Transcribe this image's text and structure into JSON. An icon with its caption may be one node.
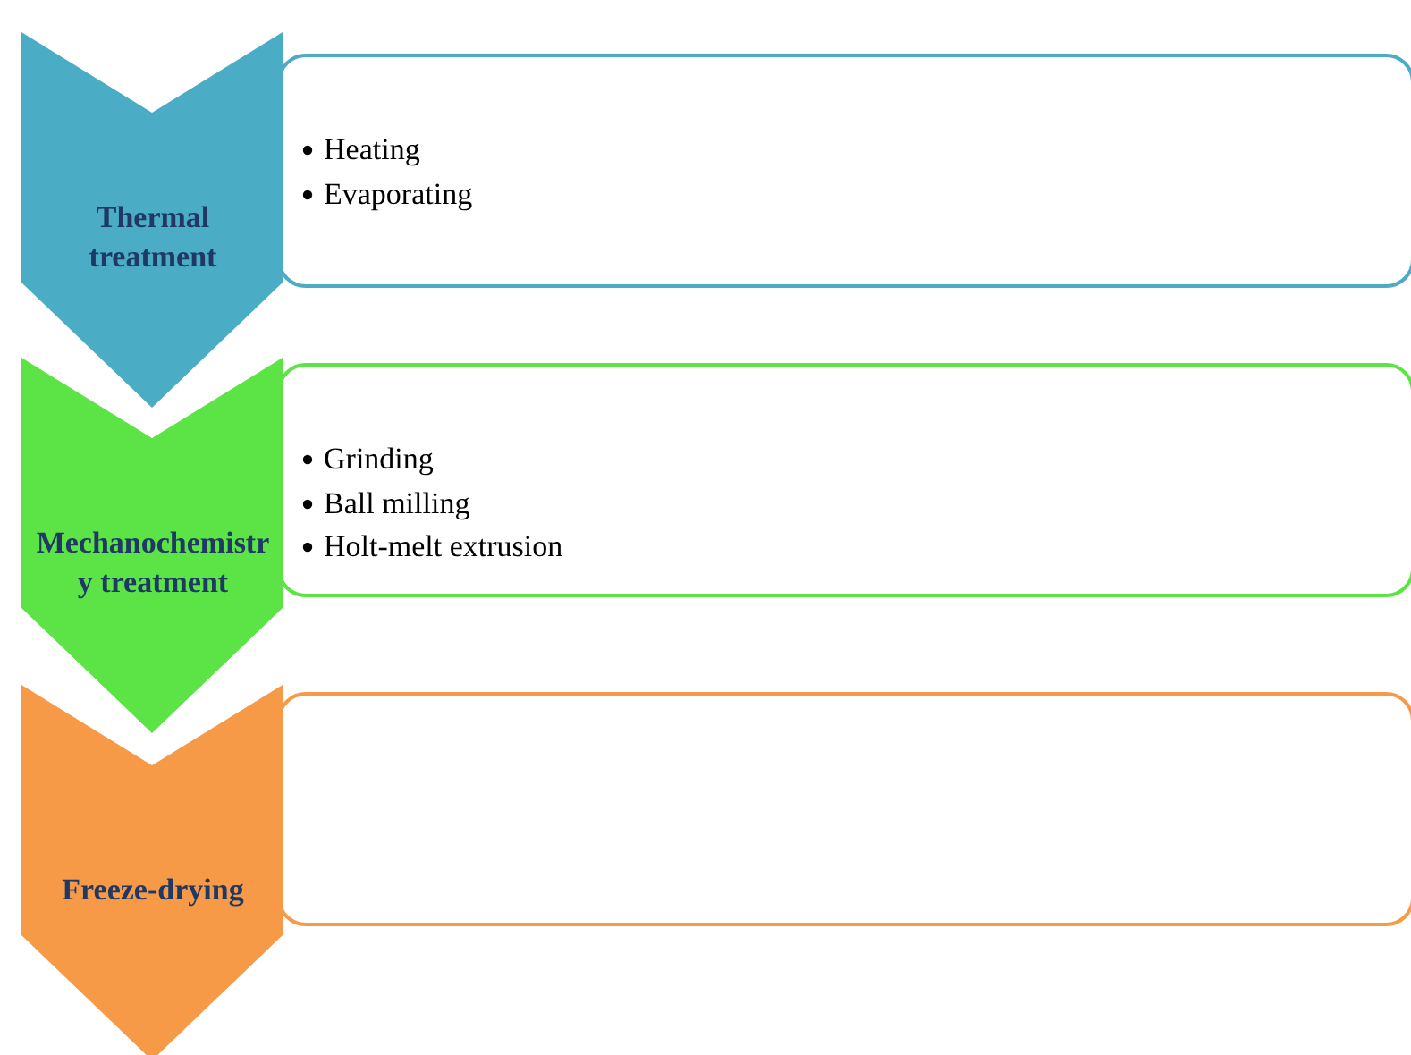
{
  "diagram": {
    "nodes": [
      {
        "text": [
          "Thermal treatment"
        ]
      },
      {
        "text": [
          "Heating",
          "Evaporating"
        ]
      },
      {
        "text": [
          "Mechanochemistry treatment"
        ]
      },
      {
        "text": [
          "Grinding",
          "Ball milling",
          "Holt-melt extrusion"
        ]
      },
      {
        "text": [
          "Freeze-drying"
        ]
      },
      {
        "text": [],
        "shape": "box"
      }
    ]
  }
}
